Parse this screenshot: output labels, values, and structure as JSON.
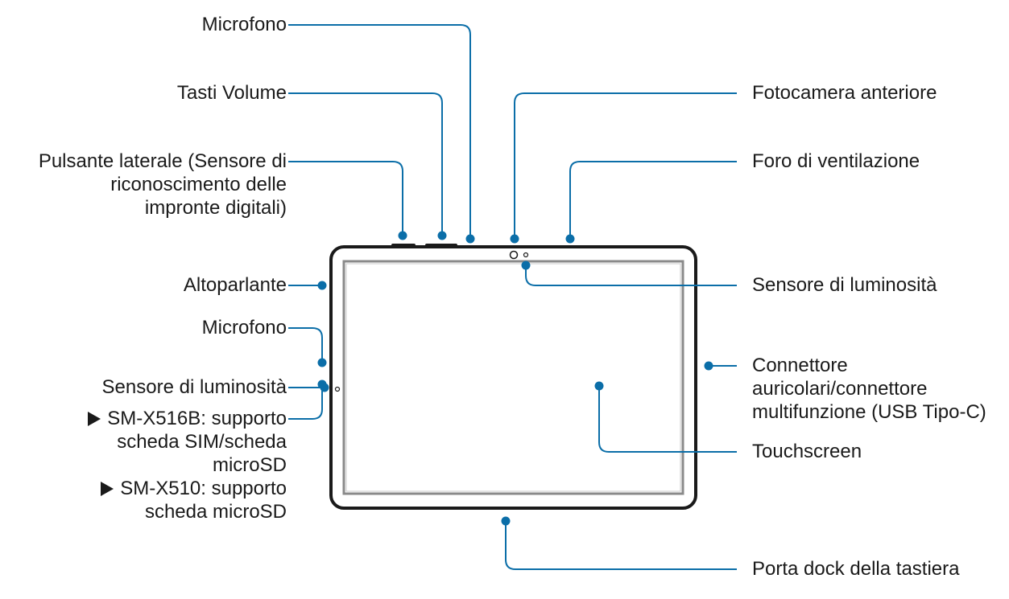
{
  "labels": {
    "microfono_top": "Microfono",
    "tasti_volume": "Tasti Volume",
    "pulsante_laterale": [
      "Pulsante laterale (Sensore di",
      "riconoscimento delle",
      "impronte digitali)"
    ],
    "altoparlante": "Altoparlante",
    "microfono_side": "Microfono",
    "sensore_luminosita_left": "Sensore di luminosità",
    "sim_tray": [
      "SM-X516B: supporto",
      "scheda SIM/scheda",
      "microSD",
      "SM-X510: supporto",
      "scheda microSD"
    ],
    "fotocamera_anteriore": "Fotocamera anteriore",
    "foro_ventilazione": "Foro di ventilazione",
    "sensore_luminosita_right": "Sensore di luminosità",
    "connettore": [
      "Connettore",
      "auricolari/connettore",
      "multifunzione (USB Tipo-C)"
    ],
    "touchscreen": "Touchscreen",
    "porta_dock": "Porta dock della tastiera"
  },
  "colors": {
    "accent": "#0b6ea8",
    "device_outline": "#1a1a1a",
    "screen_outline": "#8a8a8a",
    "text": "#1a1a1a"
  }
}
